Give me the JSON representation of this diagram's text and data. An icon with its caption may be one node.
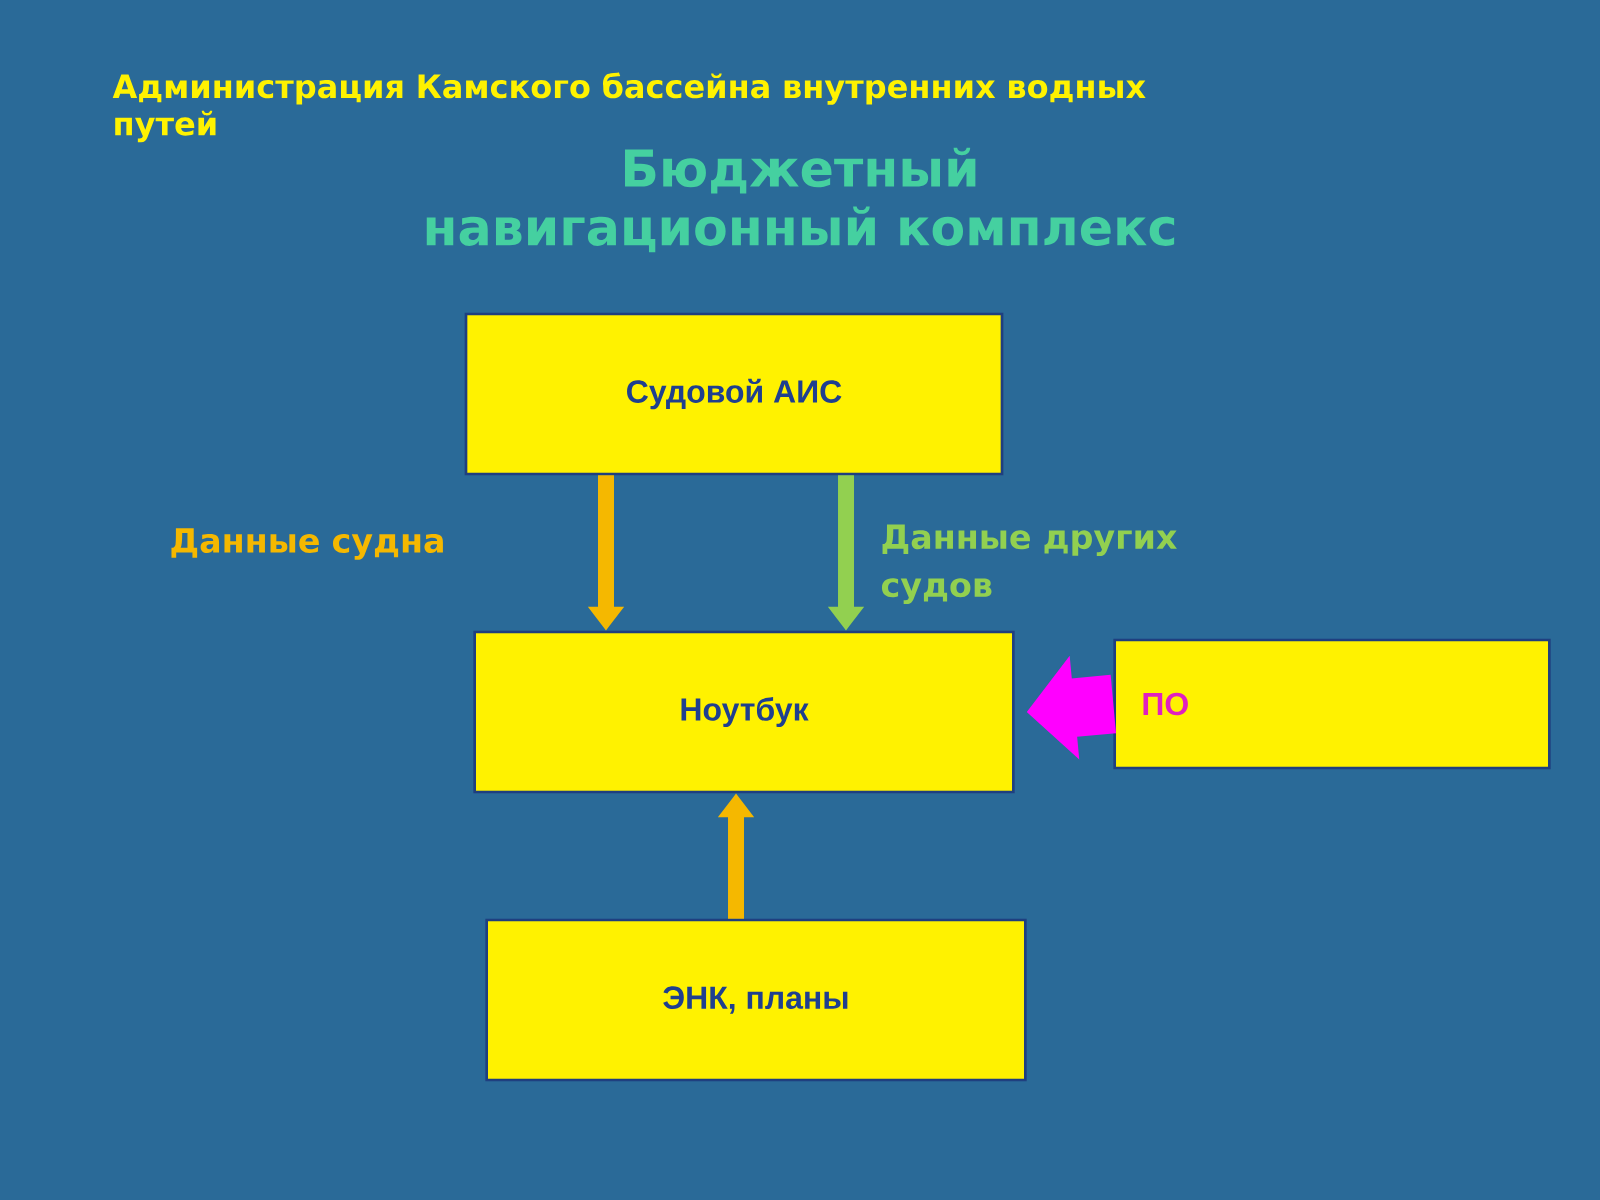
{
  "diagram": {
    "title": "Бюджетный навигационный комплекс",
    "nodes": [
      {
        "text": [
          "Судовой АИС"
        ]
      },
      {
        "text": [
          "Ноутбук"
        ]
      },
      {
        "text": [
          "ЭНК, планы"
        ]
      },
      {
        "text": [
          "ПО"
        ]
      }
    ],
    "edges": [
      {
        "from": 0,
        "to": 1,
        "arrow": "to",
        "label": "Данные судна"
      },
      {
        "from": 0,
        "to": 1,
        "arrow": "to",
        "label": "Данные других судов",
        "color": "#92d050"
      },
      {
        "from": 2,
        "to": 1,
        "arrow": "to"
      },
      {
        "from": 3,
        "to": 1,
        "arrow": "to",
        "style": "thick",
        "color": "#ff00ff"
      }
    ],
    "labels": [
      "Администрация Камского бассейна внутренних водных путей"
    ]
  }
}
